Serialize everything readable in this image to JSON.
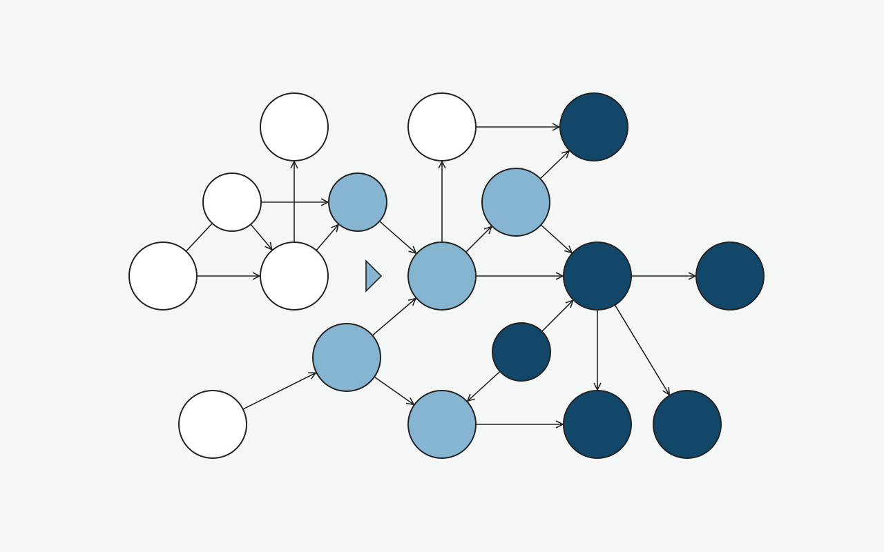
{
  "colors": {
    "background": "#f5f6f6",
    "stroke": "#222222",
    "white": "#ffffff",
    "light": "#86b5d1",
    "dark": "#12476a"
  },
  "nodes": [
    {
      "id": "w1",
      "fill": "white"
    },
    {
      "id": "w2",
      "fill": "white"
    },
    {
      "id": "w3",
      "fill": "white"
    },
    {
      "id": "w4",
      "fill": "white"
    },
    {
      "id": "w5",
      "fill": "white"
    },
    {
      "id": "w6",
      "fill": "white"
    },
    {
      "id": "l1",
      "fill": "light"
    },
    {
      "id": "l2",
      "fill": "light"
    },
    {
      "id": "l3",
      "fill": "light"
    },
    {
      "id": "l4",
      "fill": "light"
    },
    {
      "id": "l5",
      "fill": "light"
    },
    {
      "id": "d1",
      "fill": "dark"
    },
    {
      "id": "d2",
      "fill": "dark"
    },
    {
      "id": "d3",
      "fill": "dark"
    },
    {
      "id": "d4",
      "fill": "dark"
    },
    {
      "id": "d5",
      "fill": "dark"
    },
    {
      "id": "d6",
      "fill": "dark"
    }
  ],
  "edges": [
    {
      "from": "w3",
      "to": "w2",
      "arrow": false
    },
    {
      "from": "w2",
      "to": "l1",
      "arrow": true
    },
    {
      "from": "w2",
      "to": "w4",
      "arrow": true
    },
    {
      "from": "w3",
      "to": "w4",
      "arrow": true
    },
    {
      "from": "w4",
      "to": "w1",
      "arrow": true
    },
    {
      "from": "w4",
      "to": "l1",
      "arrow": true
    },
    {
      "from": "l1",
      "to": "l2",
      "arrow": true
    },
    {
      "from": "l2",
      "to": "w5",
      "arrow": true
    },
    {
      "from": "l2",
      "to": "l3",
      "arrow": true
    },
    {
      "from": "l2",
      "to": "d2",
      "arrow": true
    },
    {
      "from": "w5",
      "to": "d1",
      "arrow": true
    },
    {
      "from": "l3",
      "to": "d1",
      "arrow": true
    },
    {
      "from": "l3",
      "to": "d2",
      "arrow": true
    },
    {
      "from": "w6",
      "to": "l4",
      "arrow": true
    },
    {
      "from": "l4",
      "to": "l2",
      "arrow": true
    },
    {
      "from": "l4",
      "to": "l5",
      "arrow": true
    },
    {
      "from": "d4",
      "to": "l5",
      "arrow": true
    },
    {
      "from": "d4",
      "to": "d2",
      "arrow": true
    },
    {
      "from": "l5",
      "to": "d5",
      "arrow": true
    },
    {
      "from": "d2",
      "to": "d3",
      "arrow": true
    },
    {
      "from": "d2",
      "to": "d5",
      "arrow": true
    },
    {
      "from": "d2",
      "to": "d6",
      "arrow": true
    }
  ],
  "marker": {
    "shape": "right-triangle",
    "fill": "light"
  }
}
